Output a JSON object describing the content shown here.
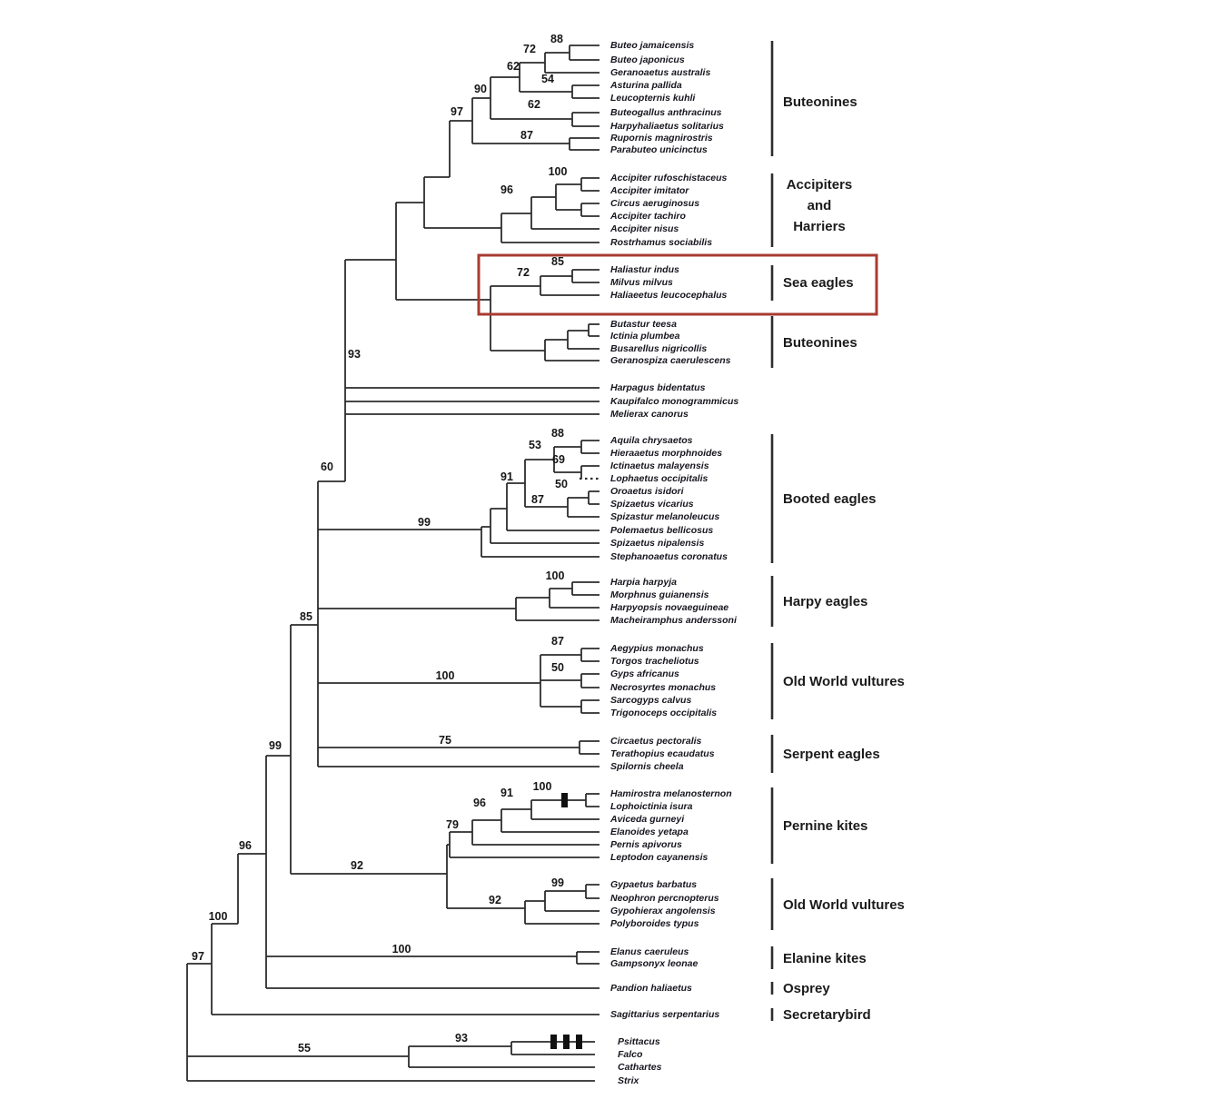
{
  "figure": {
    "type": "phylogenetic-tree",
    "description": "Maximum parsimony cladogram of Accipitridae with bootstrap support values; Sea eagles clade highlighted with red box",
    "colors": {
      "branch": "#2d2d2d",
      "highlight_box": "#a83b32",
      "text": "#16161f"
    }
  },
  "tips": [
    {
      "name": "Buteo jamaicensis"
    },
    {
      "name": "Buteo japonicus"
    },
    {
      "name": "Geranoaetus australis"
    },
    {
      "name": "Asturina pallida"
    },
    {
      "name": "Leucopternis kuhli"
    },
    {
      "name": "Buteogallus anthracinus"
    },
    {
      "name": "Harpyhaliaetus solitarius"
    },
    {
      "name": "Rupornis magnirostris"
    },
    {
      "name": "Parabuteo unicinctus"
    },
    {
      "name": "Accipiter rufoschistaceus"
    },
    {
      "name": "Accipiter imitator"
    },
    {
      "name": "Circus aeruginosus"
    },
    {
      "name": "Accipiter tachiro"
    },
    {
      "name": "Accipiter nisus"
    },
    {
      "name": "Rostrhamus sociabilis"
    },
    {
      "name": "Haliastur indus"
    },
    {
      "name": "Milvus milvus"
    },
    {
      "name": "Haliaeetus leucocephalus"
    },
    {
      "name": "Butastur teesa"
    },
    {
      "name": "Ictinia plumbea"
    },
    {
      "name": "Busarellus nigricollis"
    },
    {
      "name": "Geranospiza caerulescens"
    },
    {
      "name": "Harpagus bidentatus"
    },
    {
      "name": "Kaupifalco monogrammicus"
    },
    {
      "name": "Melierax canorus"
    },
    {
      "name": "Aquila chrysaetos"
    },
    {
      "name": "Hieraaetus morphnoides"
    },
    {
      "name": "Ictinaetus malayensis"
    },
    {
      "name": "Lophaetus occipitalis"
    },
    {
      "name": "Oroaetus isidori"
    },
    {
      "name": "Spizaetus vicarius"
    },
    {
      "name": "Spizastur melanoleucus"
    },
    {
      "name": "Polemaetus bellicosus"
    },
    {
      "name": "Spizaetus nipalensis"
    },
    {
      "name": "Stephanoaetus coronatus"
    },
    {
      "name": "Harpia harpyja"
    },
    {
      "name": "Morphnus guianensis"
    },
    {
      "name": "Harpyopsis novaeguineae"
    },
    {
      "name": "Macheiramphus anderssoni"
    },
    {
      "name": "Aegypius monachus"
    },
    {
      "name": "Torgos tracheliotus"
    },
    {
      "name": "Gyps africanus"
    },
    {
      "name": "Necrosyrtes monachus"
    },
    {
      "name": "Sarcogyps calvus"
    },
    {
      "name": "Trigonoceps occipitalis"
    },
    {
      "name": "Circaetus pectoralis"
    },
    {
      "name": "Terathopius ecaudatus"
    },
    {
      "name": "Spilornis cheela"
    },
    {
      "name": "Hamirostra melanosternon"
    },
    {
      "name": "Lophoictinia isura"
    },
    {
      "name": "Aviceda gurneyi"
    },
    {
      "name": "Elanoides yetapa"
    },
    {
      "name": "Pernis apivorus"
    },
    {
      "name": "Leptodon cayanensis"
    },
    {
      "name": "Gypaetus barbatus"
    },
    {
      "name": "Neophron percnopterus"
    },
    {
      "name": "Gypohierax angolensis"
    },
    {
      "name": "Polyboroides typus"
    },
    {
      "name": "Elanus caeruleus"
    },
    {
      "name": "Gampsonyx leonae"
    },
    {
      "name": "Pandion haliaetus"
    },
    {
      "name": "Sagittarius serpentarius"
    },
    {
      "name": "Psittacus"
    },
    {
      "name": "Falco"
    },
    {
      "name": "Cathartes"
    },
    {
      "name": "Strix"
    }
  ],
  "supports": [
    "88",
    "72",
    "62",
    "54",
    "90",
    "62",
    "97",
    "87",
    "100",
    "96",
    "85",
    "72",
    "93",
    "60",
    "99",
    "88",
    "53",
    "69",
    "91",
    "50",
    "87",
    "100",
    "87",
    "50",
    "100",
    "75",
    "85",
    "99",
    "96",
    "92",
    "100",
    "91",
    "96",
    "79",
    "99",
    "92",
    "100",
    "100",
    "97",
    "55",
    "93"
  ],
  "clades": [
    {
      "label": "Buteonines"
    },
    {
      "label": "Accipiters and Harriers",
      "lines": [
        "Accipiters",
        "and",
        "Harriers"
      ]
    },
    {
      "label": "Sea eagles",
      "highlighted": true
    },
    {
      "label": "Buteonines"
    },
    {
      "label": "Booted eagles"
    },
    {
      "label": "Harpy eagles"
    },
    {
      "label": "Old World vultures"
    },
    {
      "label": "Serpent eagles"
    },
    {
      "label": "Pernine kites"
    },
    {
      "label": "Old World vultures"
    },
    {
      "label": "Elanine kites"
    },
    {
      "label": "Osprey"
    },
    {
      "label": "Secretarybird"
    }
  ]
}
